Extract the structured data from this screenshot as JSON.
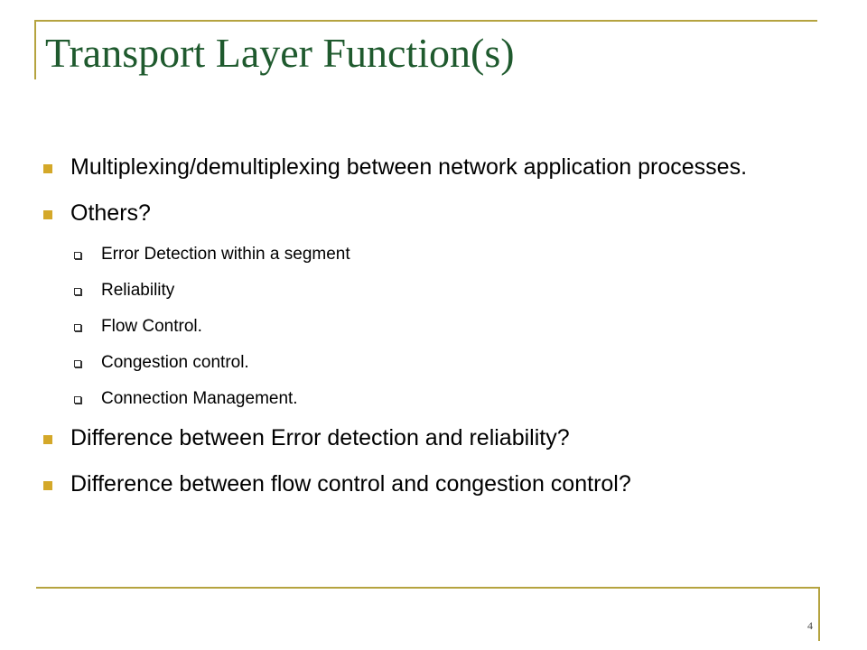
{
  "slide": {
    "title": "Transport Layer Function(s)",
    "page_number": "4",
    "colors": {
      "title": "#1f5a2e",
      "bullet": "#d4a829",
      "rule": "#b5a33f"
    },
    "bullets": [
      {
        "text": "Multiplexing/demultiplexing between network application processes."
      },
      {
        "text": "Others?"
      }
    ],
    "sub_bullets": [
      {
        "text": "Error Detection within a segment"
      },
      {
        "text": "Reliability"
      },
      {
        "text": "Flow Control."
      },
      {
        "text": "Congestion control."
      },
      {
        "text": "Connection Management."
      }
    ],
    "bullets_after": [
      {
        "text": "Difference between Error detection and reliability?"
      },
      {
        "text": "Difference between flow control and congestion control?"
      }
    ]
  }
}
